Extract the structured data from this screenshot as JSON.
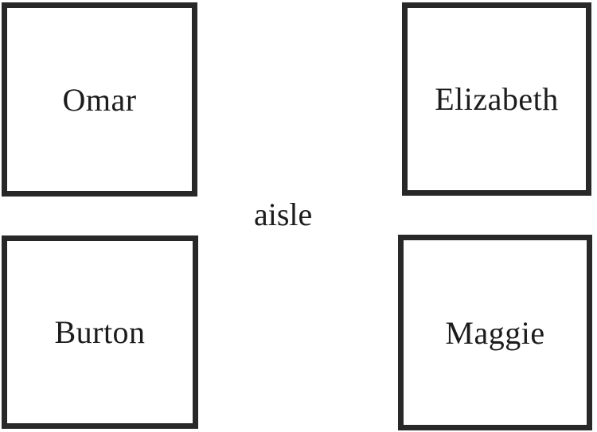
{
  "diagram": {
    "description_label": "seating-diagram-with-aisle",
    "aisle_label": "aisle",
    "seats": [
      {
        "position": "top-left",
        "name": "Omar"
      },
      {
        "position": "top-right",
        "name": "Elizabeth"
      },
      {
        "position": "bottom-left",
        "name": "Burton"
      },
      {
        "position": "bottom-right",
        "name": "Maggie"
      }
    ],
    "colors": {
      "seat_border": "#282828",
      "label_text": "#1c1c1c",
      "background": "#ffffff"
    }
  }
}
